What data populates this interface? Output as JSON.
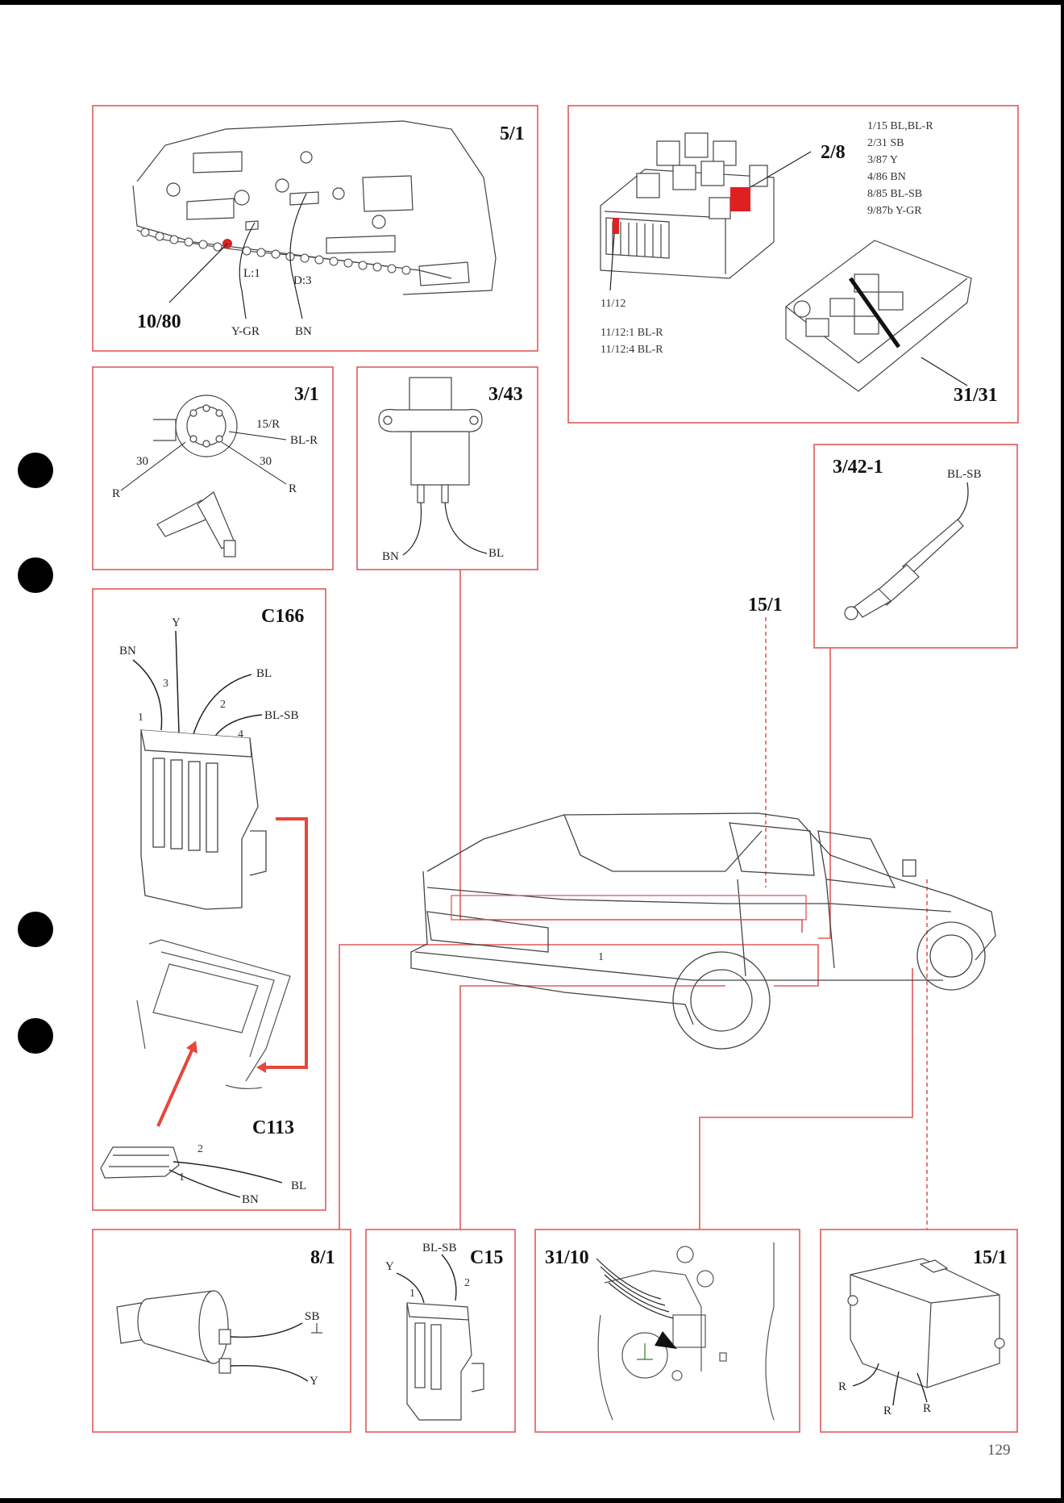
{
  "page": {
    "number": "129"
  },
  "colors": {
    "frame_red": "#e05a5a",
    "highlight_red": "#e02020",
    "arrow_red": "#e8463a",
    "line_dark": "#333333",
    "paper": "#ffffff"
  },
  "panels": {
    "p5_1": {
      "id": "5/1",
      "pin_left": "L:1",
      "pin_right": "D:3",
      "ref": "10/80",
      "wire_1": "Y-GR",
      "wire_2": "BN"
    },
    "p2_8": {
      "id": "2/8",
      "pins": [
        "1/15 BL,BL-R",
        "2/31 SB",
        "3/87 Y",
        "4/86 BN",
        "8/85 BL-SB",
        "9/87b Y-GR"
      ],
      "fuse_ref": "11/12",
      "fuse_pins": [
        "11/12:1 BL-R",
        "11/12:4 BL-R"
      ],
      "ref_bottom": "31/31"
    },
    "p3_1": {
      "id": "3/1",
      "label_15r": "15/R",
      "wire_blr": "BL-R",
      "label_30a": "30",
      "label_30b": "30",
      "wire_r1": "R",
      "wire_r2": "R"
    },
    "p3_43": {
      "id": "3/43",
      "wire_bn": "BN",
      "wire_bl": "BL"
    },
    "p3_42": {
      "id": "3/42-1",
      "wire": "BL-SB"
    },
    "car": {
      "ref_15_1": "15/1",
      "mark_1": "1"
    },
    "c166": {
      "id": "C166",
      "wires": [
        "BN",
        "Y",
        "BL",
        "BL-SB"
      ],
      "pins": [
        "1",
        "3",
        "2",
        "4"
      ],
      "c113_id": "C113",
      "c113_pin_2": "2",
      "c113_pin_1": "1",
      "c113_wire_bl": "BL",
      "c113_wire_bn": "BN"
    },
    "p8_1": {
      "id": "8/1",
      "wire_sb": "SB",
      "wire_y": "Y"
    },
    "c15": {
      "id": "C15",
      "wire_blsb": "BL-SB",
      "wire_y": "Y",
      "pin_1": "1",
      "pin_2": "2"
    },
    "p31_10": {
      "id": "31/10"
    },
    "p15_1": {
      "id": "15/1",
      "wires": [
        "R",
        "R",
        "R"
      ]
    }
  },
  "icons": [
    "binder-hole-icon",
    "ground-symbol-icon",
    "red-arrow-icon"
  ]
}
